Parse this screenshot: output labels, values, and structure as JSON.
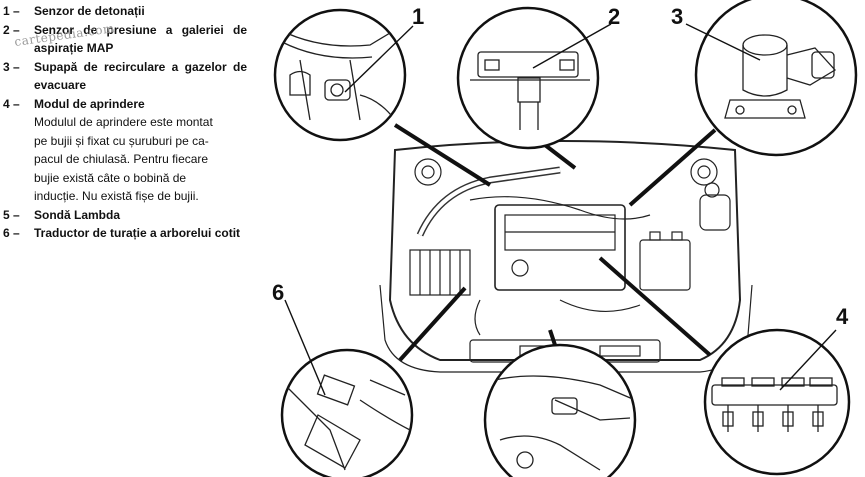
{
  "legend": [
    {
      "num": "1 –",
      "text": "Senzor de detonații"
    },
    {
      "num": "2 –",
      "text": "Senzor de presiune a galeriei de aspirație MAP"
    },
    {
      "num": "3 –",
      "text": "Supapă de recirculare a gazelor de evacuare"
    },
    {
      "num": "4 –",
      "text": "Modul de aprindere",
      "description_lines": [
        "Modulul de aprindere este montat",
        "pe bujii și fixat cu șuruburi pe ca-",
        "pacul de chiulasă. Pentru fiecare",
        "bujie există câte o bobină de",
        "inducție. Nu există fișe de bujii."
      ]
    },
    {
      "num": "5 –",
      "text": "Sondă Lambda"
    },
    {
      "num": "6 –",
      "text": "Traductor de turație a arborelui cotit"
    }
  ],
  "watermark": "cartepedia.com",
  "callouts": {
    "c1": "1",
    "c2": "2",
    "c3": "3",
    "c4": "4",
    "c6": "6"
  }
}
